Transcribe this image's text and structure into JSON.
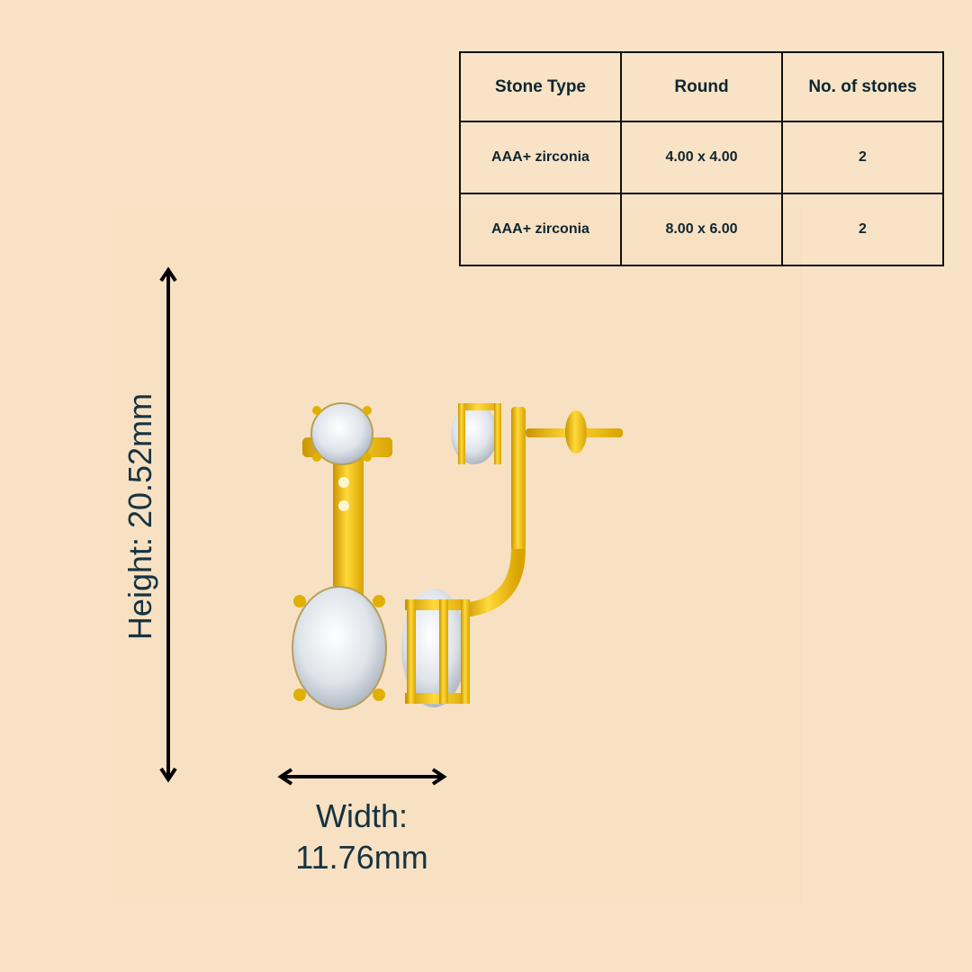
{
  "spec_table": {
    "headers": [
      "Stone Type",
      "Round",
      "No. of stones"
    ],
    "rows": [
      [
        "AAA+ zirconia",
        "4.00 x 4.00",
        "2"
      ],
      [
        "AAA+ zirconia",
        "8.00 x 6.00",
        "2"
      ]
    ]
  },
  "dimensions": {
    "height_label": "Height: 20.52mm",
    "width_label_line1": "Width:",
    "width_label_line2": "11.76mm"
  },
  "colors": {
    "background": "#f8e3c6",
    "gold": "#f2c21b",
    "text": "#163341"
  },
  "image": {
    "subject": "gold earring jacket with round and oval stones"
  }
}
